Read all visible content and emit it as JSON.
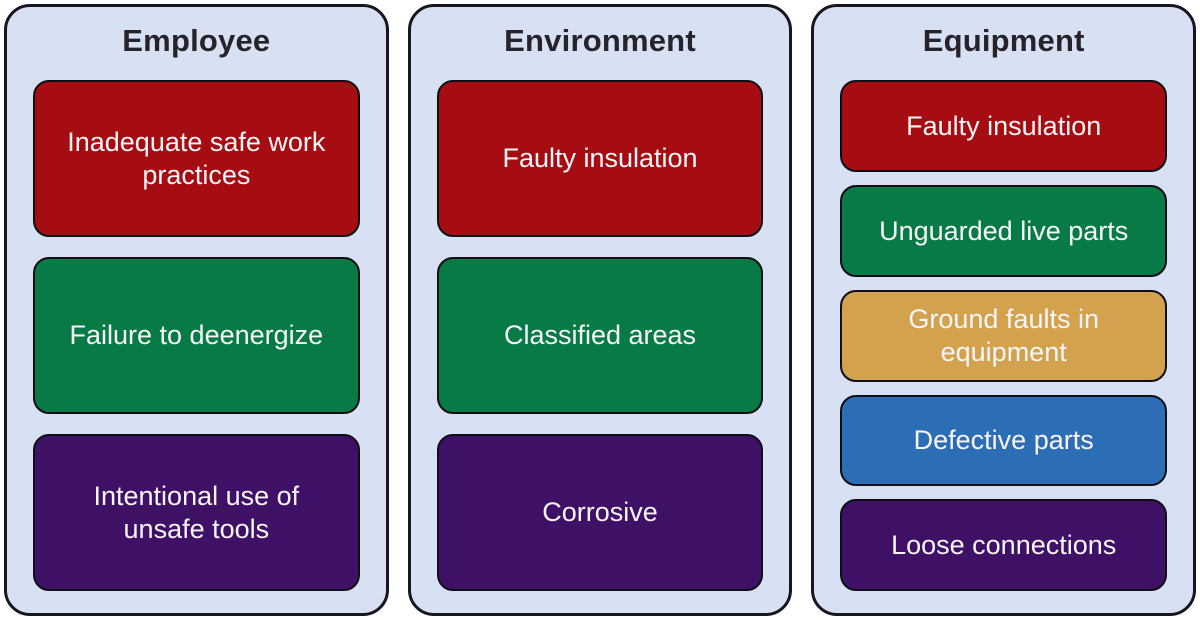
{
  "diagram": {
    "background": "#ffffff",
    "panel_background": "#d8e1f3",
    "panel_border_color": "#17161f",
    "box_border_color": "#0f0e14",
    "box_text_color": "#f8f5f9",
    "title_color": "#26232b",
    "palette": {
      "red": "#a50d12",
      "green": "#077a45",
      "purple": "#3e1167",
      "gold": "#d2a24f",
      "blue": "#2b6eb5"
    }
  },
  "columns": [
    {
      "title": "Employee",
      "boxes": [
        {
          "label": "Inadequate safe work practices",
          "color": "red",
          "bg": "#a50d12"
        },
        {
          "label": "Failure to deenergize",
          "color": "green",
          "bg": "#077a45"
        },
        {
          "label": "Intentional use of unsafe tools",
          "color": "purple",
          "bg": "#3e1167"
        }
      ]
    },
    {
      "title": "Environment",
      "boxes": [
        {
          "label": "Faulty insulation",
          "color": "red",
          "bg": "#a50d12"
        },
        {
          "label": "Classified areas",
          "color": "green",
          "bg": "#077a45"
        },
        {
          "label": "Corrosive",
          "color": "purple",
          "bg": "#3e1167"
        }
      ]
    },
    {
      "title": "Equipment",
      "boxes": [
        {
          "label": "Faulty insulation",
          "color": "red",
          "bg": "#a50d12"
        },
        {
          "label": "Unguarded live parts",
          "color": "green",
          "bg": "#077a45"
        },
        {
          "label": "Ground faults in equipment",
          "color": "gold",
          "bg": "#d2a24f"
        },
        {
          "label": "Defective parts",
          "color": "blue",
          "bg": "#2b6eb5"
        },
        {
          "label": "Loose connections",
          "color": "purple",
          "bg": "#3e1167"
        }
      ]
    }
  ]
}
